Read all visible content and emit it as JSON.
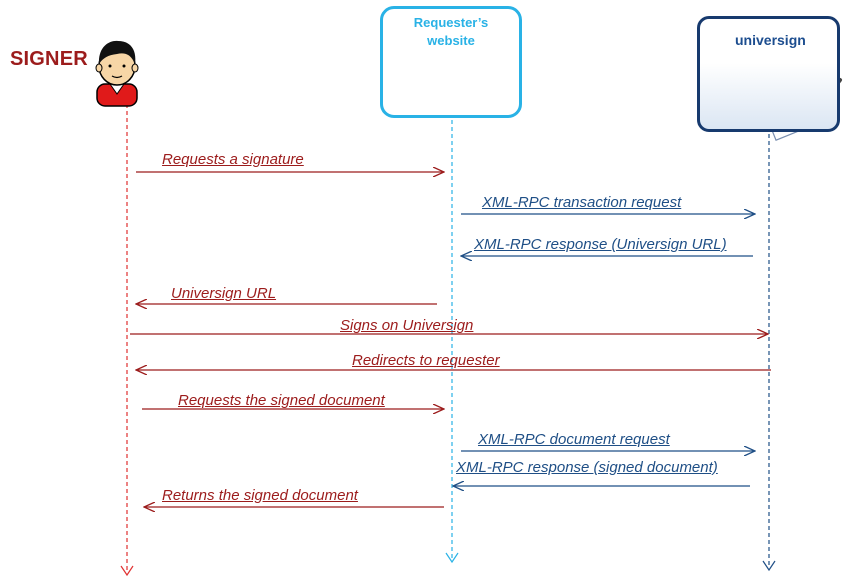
{
  "participants": {
    "signer": {
      "label": "SIGNER",
      "icon": "person-icon"
    },
    "requester": {
      "label_line1": "Requester’s",
      "label_line2": "website"
    },
    "universign": {
      "logo_text": "universign",
      "icon": "document-signature-icon"
    }
  },
  "messages": [
    {
      "text": "Requests a signature"
    },
    {
      "text": "XML-RPC transaction request"
    },
    {
      "text": "XML-RPC  response (Universign URL)"
    },
    {
      "text": "Universign URL"
    },
    {
      "text": "Signs on Universign"
    },
    {
      "text": "Redirects to requester"
    },
    {
      "text": "Requests the signed document"
    },
    {
      "text": "XML-RPC document request"
    },
    {
      "text": "XML-RPC  response (signed document)"
    },
    {
      "text": "Returns the signed document"
    }
  ],
  "colors": {
    "signer": "#9c1c1c",
    "requester": "#29b2e6",
    "universign": "#1f4f86",
    "signer_lifeline": "#e03030"
  }
}
